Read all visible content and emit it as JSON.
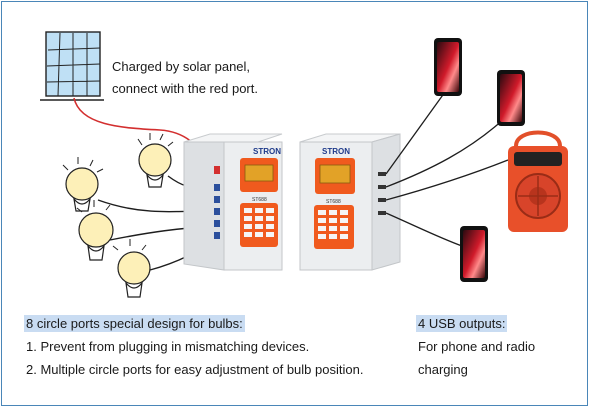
{
  "solar": {
    "caption_line1": "Charged by solar panel,",
    "caption_line2": "connect with the red port."
  },
  "device": {
    "brand": "STRON",
    "model": "ST688",
    "body_color": "#e9ebed",
    "panel_color": "#f05a1e",
    "screen_color": "#e2a227",
    "cable_red": "#d32f2f",
    "cable_dark": "#1e1e1e"
  },
  "bulbs": {
    "heading": "8 circle ports special design for bulbs:",
    "point1": "1. Prevent from plugging in mismatching devices.",
    "point2": "2. Multiple circle ports for easy adjustment of bulb position."
  },
  "usb": {
    "heading": "4 USB outputs:",
    "line1": "For phone and radio",
    "line2": "charging"
  }
}
